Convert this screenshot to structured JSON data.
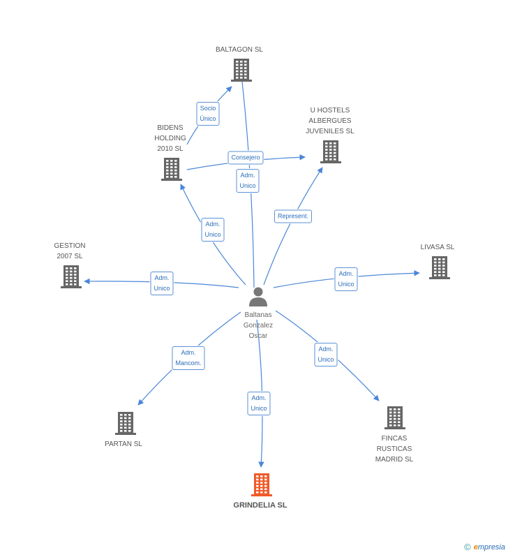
{
  "colors": {
    "edge": "#4a86d8",
    "building": "#666666",
    "highlight": "#f05a28",
    "person": "#777777"
  },
  "person": {
    "name": "Baltanas\nGonzalez\nOscar",
    "icon": "person-icon"
  },
  "companies": [
    {
      "id": "baltagon",
      "label": "BALTAGON SL",
      "icon": "building-icon"
    },
    {
      "id": "bidens",
      "label": "BIDENS\nHOLDING\n2010 SL",
      "icon": "building-icon"
    },
    {
      "id": "uhostels",
      "label": "U HOSTELS\nALBERGUES\nJUVENILES SL",
      "icon": "building-icon"
    },
    {
      "id": "gestion",
      "label": "GESTION\n2007 SL",
      "icon": "building-icon"
    },
    {
      "id": "livasa",
      "label": "LIVASA SL",
      "icon": "building-icon"
    },
    {
      "id": "partan",
      "label": "PARTAN SL",
      "icon": "building-icon"
    },
    {
      "id": "grindelia",
      "label": "GRINDELIA SL",
      "icon": "building-icon",
      "highlight": true
    },
    {
      "id": "fincas",
      "label": "FINCAS\nRUSTICAS\nMADRID SL",
      "icon": "building-icon"
    }
  ],
  "relations": [
    {
      "from": "bidens",
      "to": "baltagon",
      "label": "Socio\nÚnico"
    },
    {
      "from": "bidens",
      "to": "uhostels",
      "label": "Consejero"
    },
    {
      "from": "person",
      "to": "baltagon",
      "label": "Adm.\nUnico"
    },
    {
      "from": "person",
      "to": "bidens",
      "label": "Adm.\nUnico"
    },
    {
      "from": "person",
      "to": "uhostels",
      "label": "Represent."
    },
    {
      "from": "person",
      "to": "gestion",
      "label": "Adm.\nUnico"
    },
    {
      "from": "person",
      "to": "livasa",
      "label": "Adm.\nUnico"
    },
    {
      "from": "person",
      "to": "partan",
      "label": "Adm.\nMancom."
    },
    {
      "from": "person",
      "to": "grindelia",
      "label": "Adm.\nUnico"
    },
    {
      "from": "person",
      "to": "fincas",
      "label": "Adm.\nUnico"
    }
  ],
  "footer": {
    "copyright": "©",
    "brand_initial": "e",
    "brand_rest": "mpresia"
  }
}
